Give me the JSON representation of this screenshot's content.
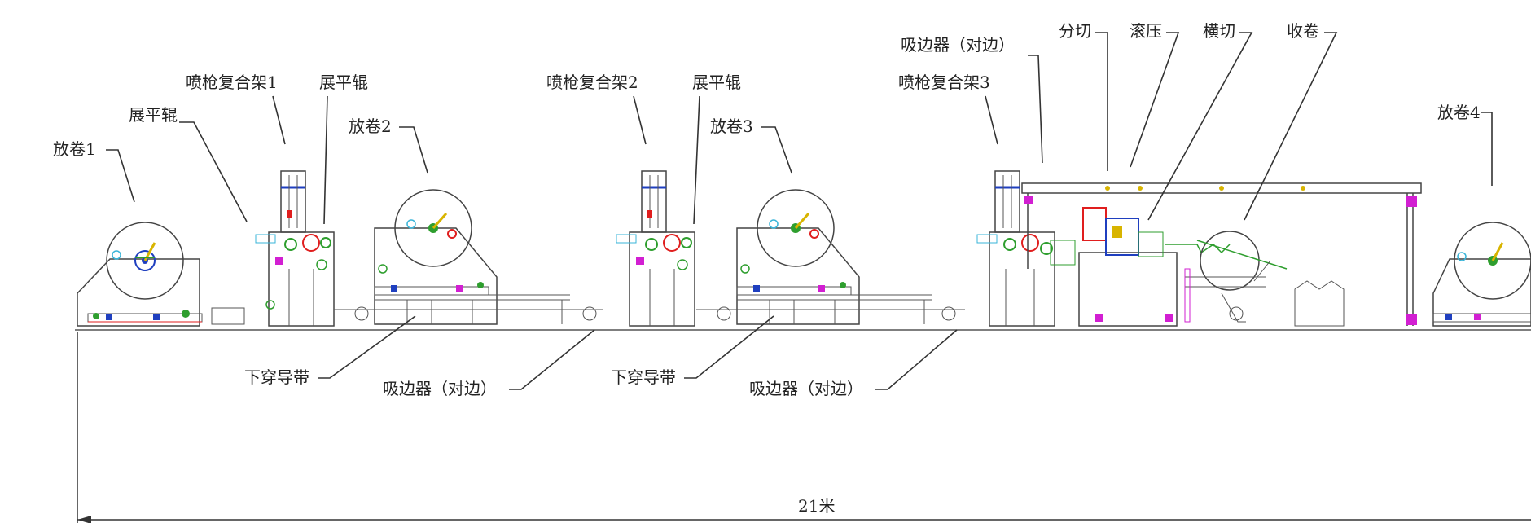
{
  "labels": {
    "unwind1": "放卷1",
    "spread_roll_a": "展平辊",
    "spray_laminator1": "喷枪复合架1",
    "spread_roll_b": "展平辊",
    "unwind2": "放卷2",
    "spray_laminator2": "喷枪复合架2",
    "spread_roll_c": "展平辊",
    "unwind3": "放卷3",
    "edge_suction_top": "吸边器（对边）",
    "spray_laminator3": "喷枪复合架3",
    "slitting": "分切",
    "rolling": "滚压",
    "cross_cutting": "横切",
    "rewind": "收卷",
    "unwind4": "放卷4",
    "lower_guide_belt1": "下穿导带",
    "edge_suction1": "吸边器（对边）",
    "lower_guide_belt2": "下穿导带",
    "edge_suction2": "吸边器（对边）",
    "total_length": "21米"
  },
  "colors": {
    "frame": "#444444",
    "green": "#2e9e2e",
    "magenta": "#d21fd2",
    "red": "#e01e1e",
    "blue": "#1f3fbf",
    "cyan": "#39b4d8",
    "yellow": "#d8b400"
  }
}
